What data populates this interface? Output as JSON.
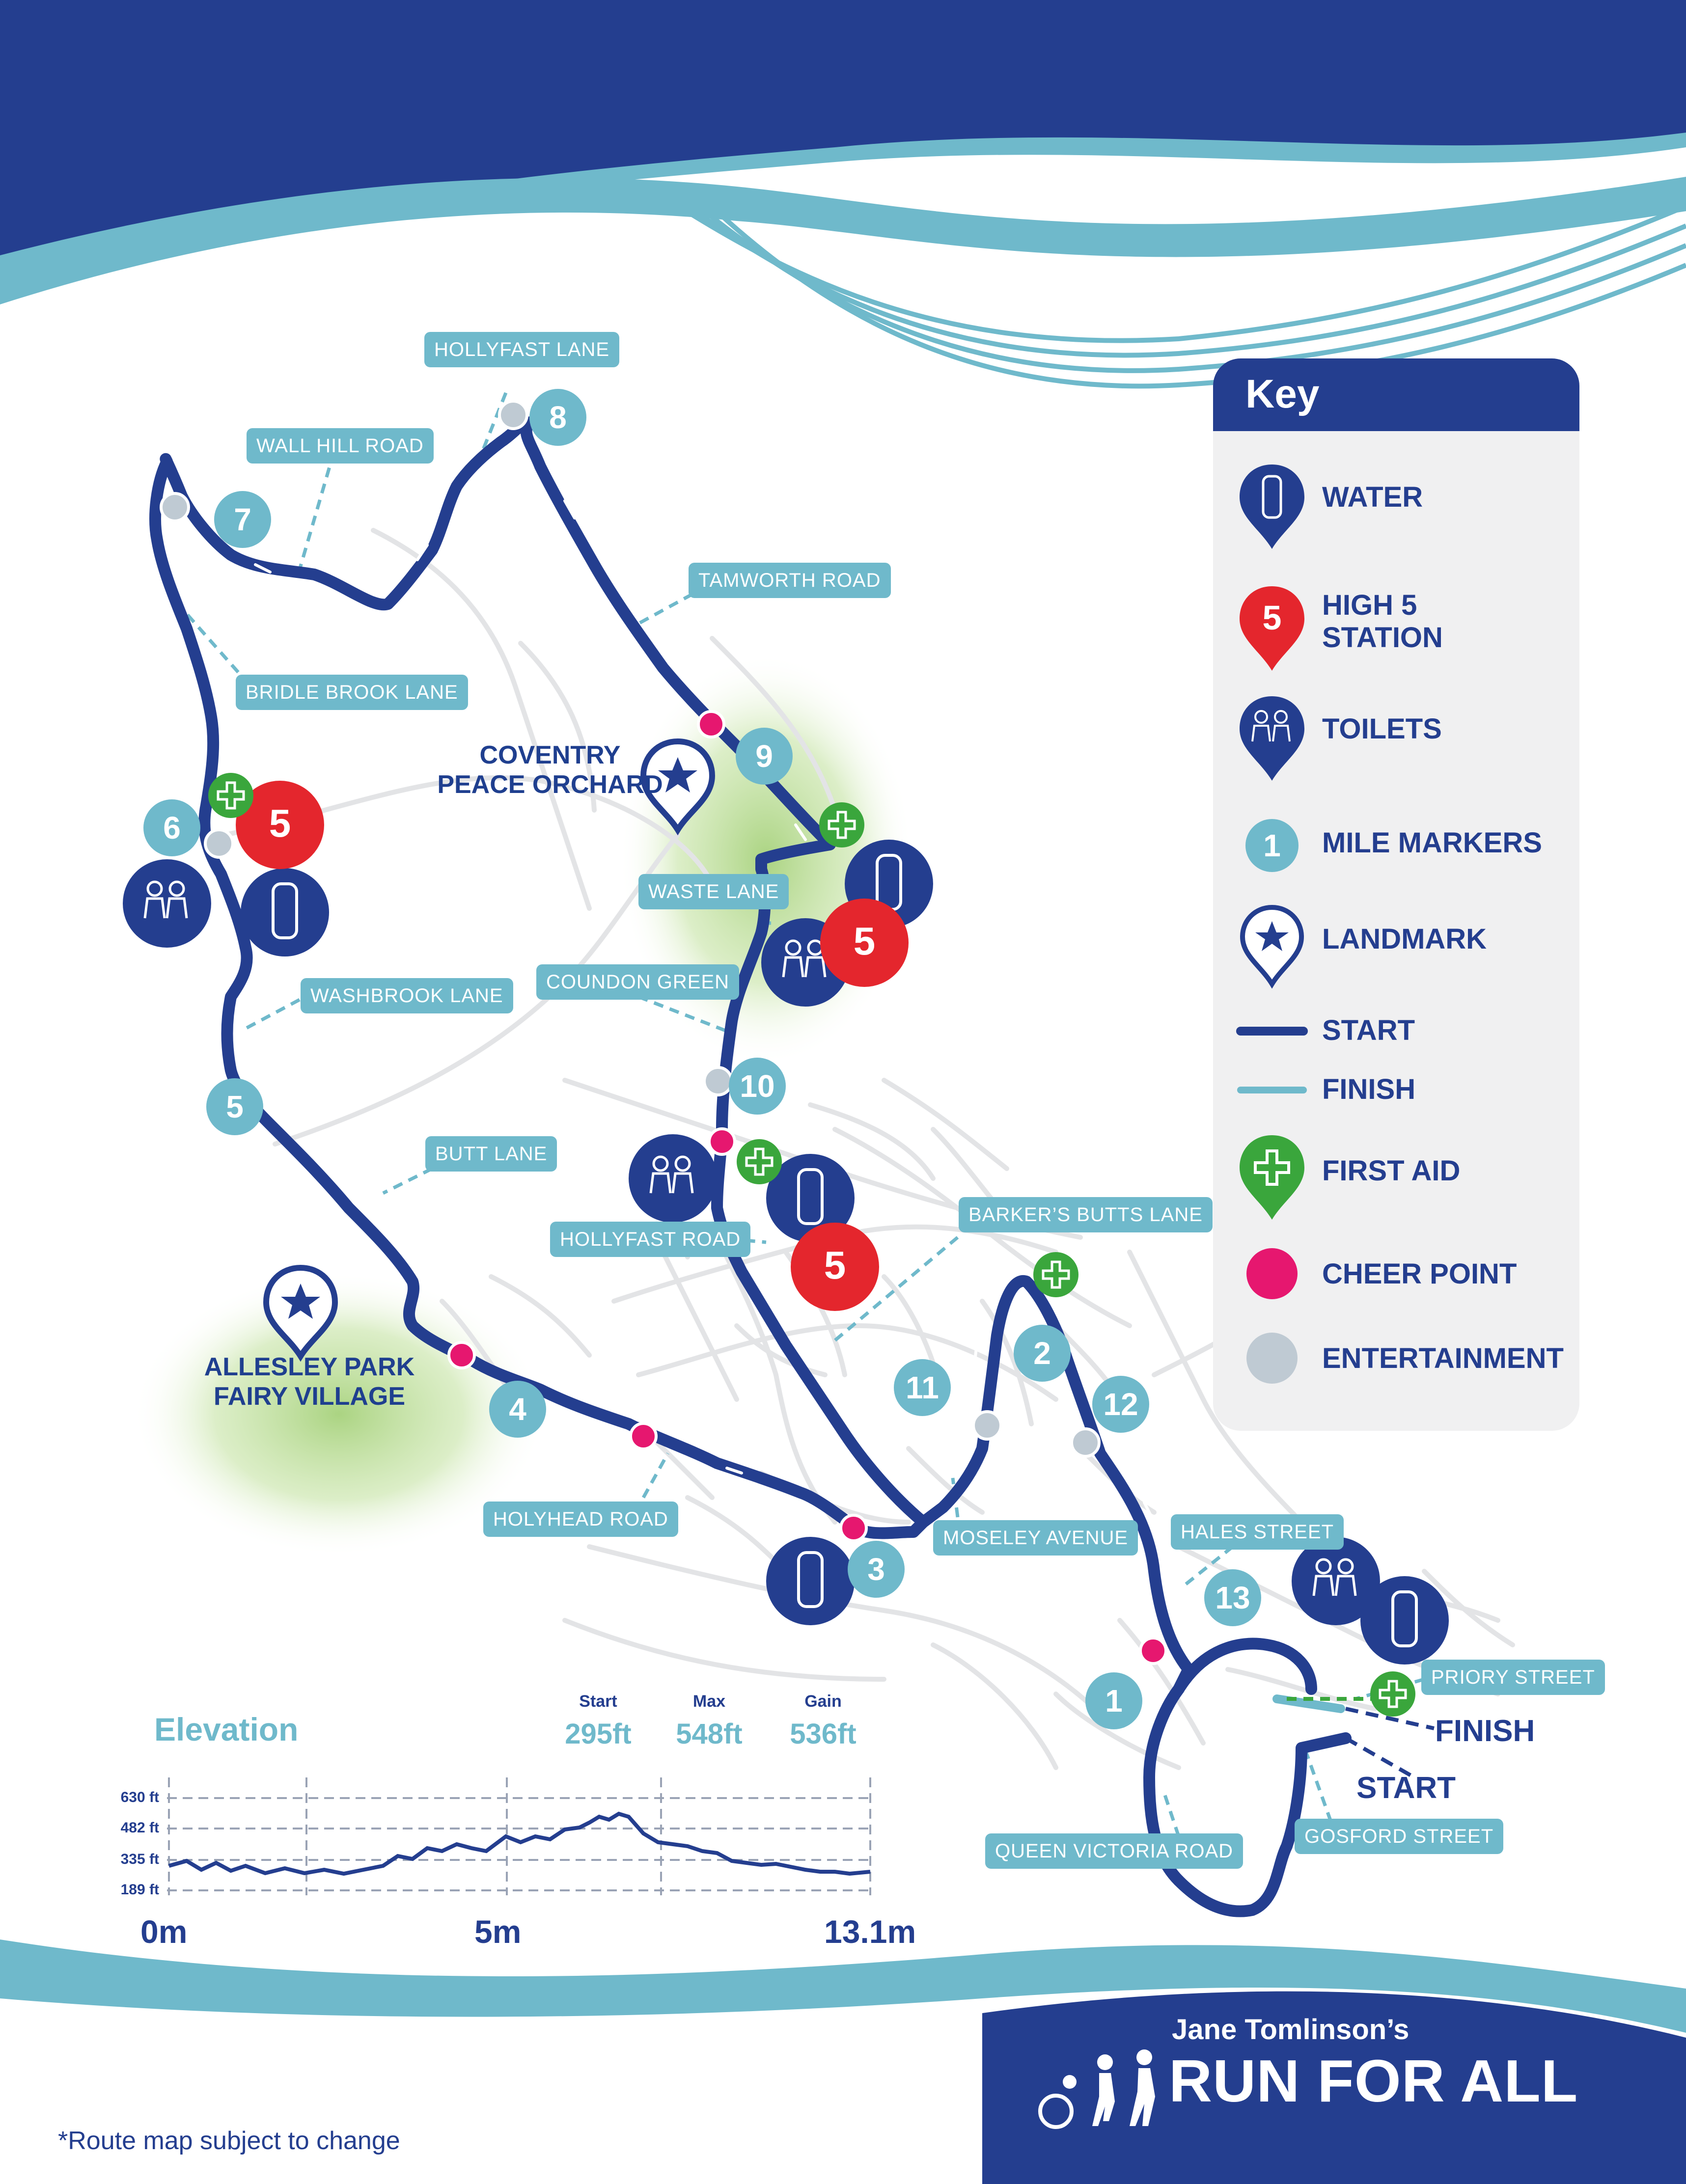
{
  "key": {
    "title": "Key",
    "items": {
      "water": "WATER",
      "high5_line1": "HIGH 5",
      "high5_line2": "STATION",
      "toilets": "TOILETS",
      "mile_markers": "MILE MARKERS",
      "landmark": "LANDMARK",
      "start": "START",
      "finish": "FINISH",
      "first_aid": "FIRST AID",
      "cheer_point": "CHEER POINT",
      "entertainment": "ENTERTAINMENT"
    },
    "marker_sample": "1",
    "high5_logo": "5"
  },
  "roads": {
    "hollyfast_lane": "HOLLYFAST LANE",
    "wall_hill_road": "WALL HILL ROAD",
    "tamworth_road": "TAMWORTH ROAD",
    "bridle_brook_lane": "BRIDLE BROOK LANE",
    "waste_lane": "WASTE LANE",
    "coundon_green": "COUNDON GREEN",
    "washbrook_lane": "WASHBROOK LANE",
    "butt_lane": "BUTT LANE",
    "hollyfast_road": "HOLLYFAST ROAD",
    "barkers_butts_lane": "BARKER’S BUTTS LANE",
    "holyhead_road": "HOLYHEAD ROAD",
    "moseley_avenue": "MOSELEY AVENUE",
    "hales_street": "HALES STREET",
    "priory_street": "PRIORY STREET",
    "queen_victoria_road": "QUEEN VICTORIA ROAD",
    "gosford_street": "GOSFORD STREET"
  },
  "landmarks": {
    "coventry_peace_orchard_1": "COVENTRY",
    "coventry_peace_orchard_2": "PEACE ORCHARD",
    "allesley_park_1": "ALLESLEY PARK",
    "allesley_park_2": "FAIRY VILLAGE"
  },
  "route_labels": {
    "finish": "FINISH",
    "start": "START"
  },
  "mile_markers": [
    "1",
    "2",
    "3",
    "4",
    "5",
    "6",
    "7",
    "8",
    "9",
    "10",
    "11",
    "12",
    "13"
  ],
  "elevation": {
    "title": "Elevation",
    "stats": [
      {
        "label": "Start",
        "value": "295ft"
      },
      {
        "label": "Max",
        "value": "548ft"
      },
      {
        "label": "Gain",
        "value": "536ft"
      }
    ],
    "y_ticks": [
      "630 ft",
      "482 ft",
      "335 ft",
      "189 ft"
    ],
    "x_ticks": [
      "0m",
      "5m",
      "13.1m"
    ]
  },
  "footnote": "*Route map subject to change",
  "brand": {
    "line1": "Jane Tomlinson’s",
    "line2": "RUN FOR ALL"
  },
  "colors": {
    "navy": "#243e8f",
    "light_blue": "#6fb9cb",
    "red": "#e4262d",
    "green": "#3aa63c",
    "pink": "#e6176f",
    "grey": "#bfcad3"
  }
}
